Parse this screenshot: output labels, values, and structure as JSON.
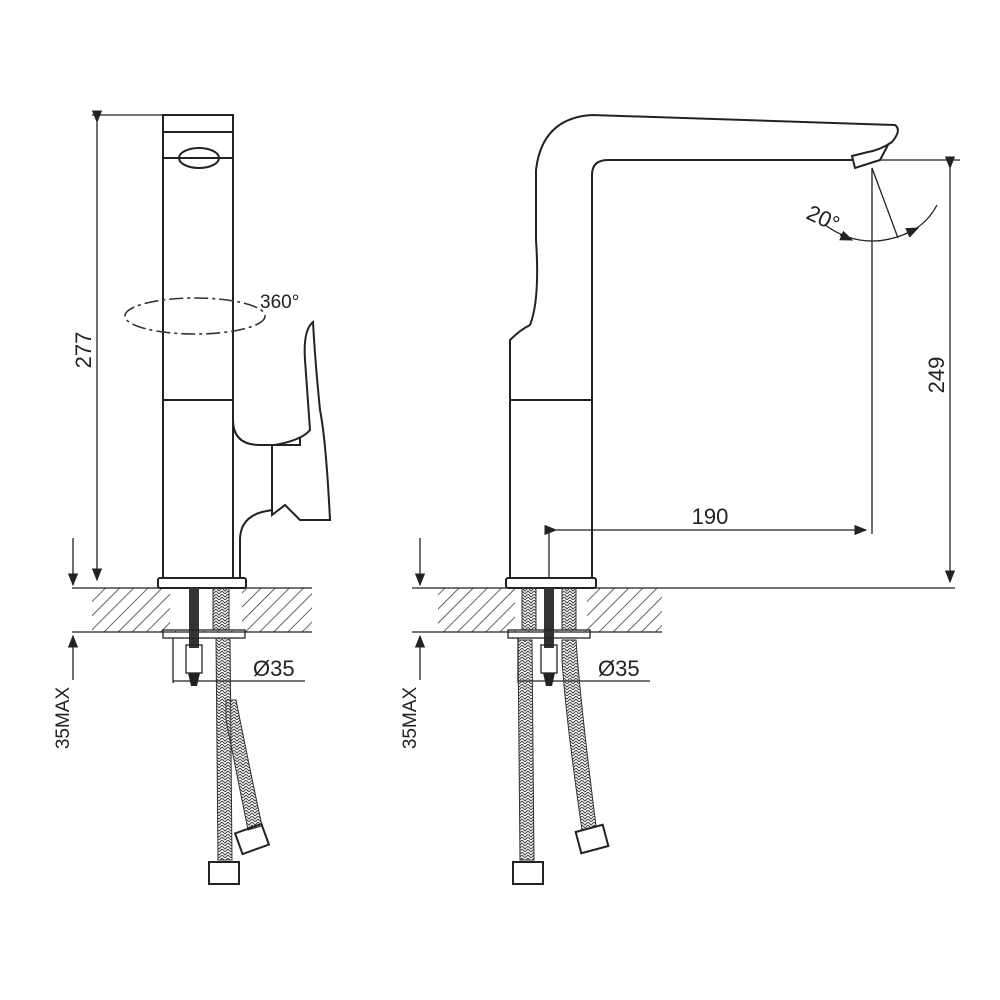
{
  "drawing": {
    "side_view": {
      "height_label": "277",
      "rotation_label": "360°",
      "max_thickness_label": "35MAX",
      "hole_diameter_label": "Ø35"
    },
    "front_view": {
      "spout_height_label": "249",
      "spout_reach_label": "190",
      "swivel_angle_label": "20°",
      "max_thickness_label": "35MAX",
      "hole_diameter_label": "Ø35"
    },
    "line_color": "#222222"
  }
}
